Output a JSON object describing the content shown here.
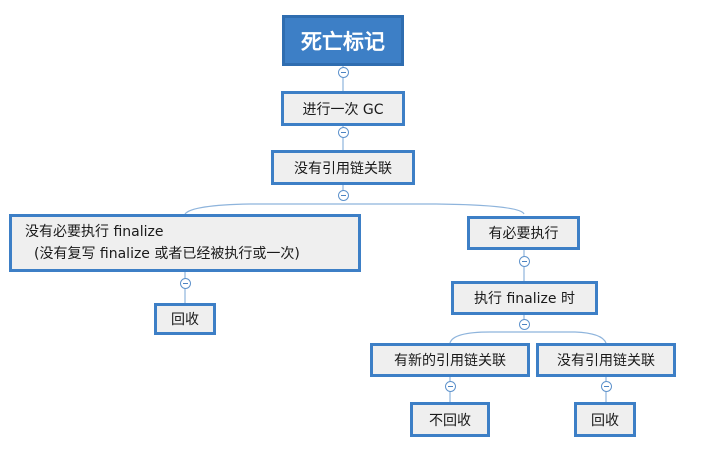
{
  "diagram": {
    "root": {
      "label": "死亡标记"
    },
    "gc_step": {
      "label": "进行一次 GC"
    },
    "no_ref_chain": {
      "label": "没有引用链关联"
    },
    "no_finalize": {
      "line1": "没有必要执行 finalize",
      "line2": "(没有复写 finalize 或者已经被执行或一次)"
    },
    "reclaim_left": {
      "label": "回收"
    },
    "needs_finalize": {
      "label": "有必要执行"
    },
    "exec_finalize": {
      "label": "执行 finalize 时"
    },
    "new_ref_chain": {
      "label": "有新的引用链关联"
    },
    "no_ref_chain_2": {
      "label": "没有引用链关联"
    },
    "not_reclaim": {
      "label": "不回收"
    },
    "reclaim_right": {
      "label": "回收"
    }
  },
  "colors": {
    "node_border": "#3d7fc6",
    "node_fill": "#efefef",
    "root_fill": "#3d7fc6",
    "connector": "#8eb4dc"
  }
}
